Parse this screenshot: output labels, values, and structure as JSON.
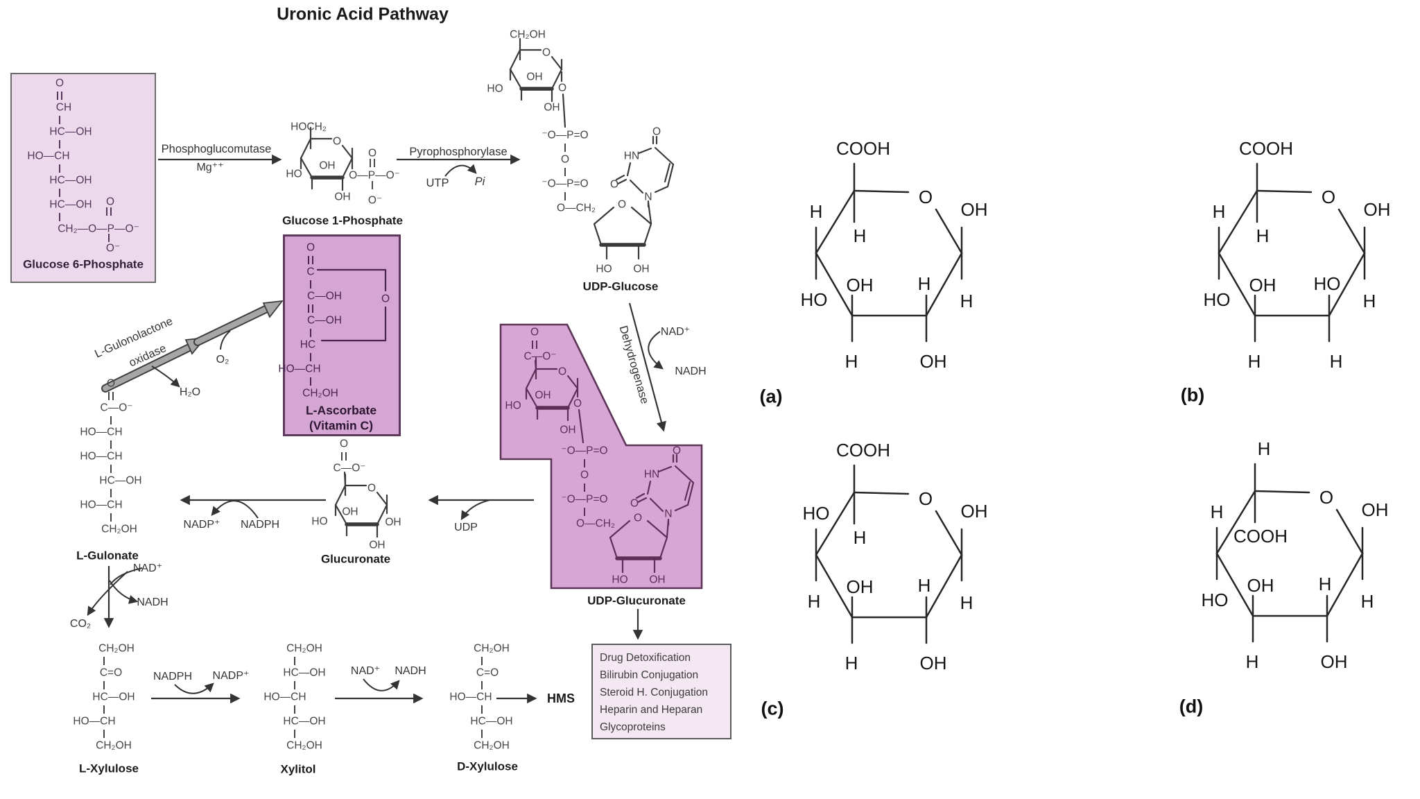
{
  "title": "Uronic Acid Pathway",
  "pathway": {
    "glucose6p": {
      "rows": [
        "O",
        "‖",
        "CH",
        "|",
        "HC—OH",
        "|",
        "HO—CH",
        "|",
        "HC—OH",
        "|",
        "HC—OH",
        "|",
        "CH₂—O—P—O⁻"
      ],
      "p_up": "O",
      "p_dn": "O⁻",
      "label": "Glucose 6-Phosphate"
    },
    "step1": {
      "enzyme": "Phosphoglucomutase",
      "cofactor": "Mg⁺⁺"
    },
    "glucose1p": {
      "chain_top": "HOCH₂",
      "ring_o": "O",
      "oh_in": "OH",
      "ho_out": "HO",
      "oh_down": "OH",
      "p_row": "O—P—O⁻",
      "p_up": "O",
      "p_dn": "O⁻",
      "label": "Glucose 1-Phosphate"
    },
    "step2": {
      "enzyme": "Pyrophosphorylase",
      "substrate": "UTP",
      "product": "Pi"
    },
    "udp_glucose": {
      "chain_top": "CH₂OH",
      "ring_o": "O",
      "oh_in": "OH",
      "ho_out": "HO",
      "oh_down": "OH",
      "link_o": "O",
      "chain": [
        "⁻O—P=O",
        "|",
        "O",
        "|",
        "⁻O—P=O",
        "|",
        "O—CH₂"
      ],
      "ribose_o": "O",
      "ribose_ho": "HO",
      "ribose_oh": "OH",
      "uracil_hn": "HN",
      "uracil_o_top": "O",
      "uracil_o_left": "O",
      "uracil_n": "N",
      "label": "UDP-Glucose"
    },
    "step3": {
      "enzyme": "Dehydrogenase",
      "substrate": "NAD⁺",
      "product": "NADH"
    },
    "udp_glucuronate": {
      "acid": [
        "O",
        "‖",
        "C—O⁻"
      ],
      "ring_o": "O",
      "oh_in": "OH",
      "ho_out": "HO",
      "oh_down": "OH",
      "link_o": "O",
      "chain": [
        "⁻O—P=O",
        "|",
        "O",
        "|",
        "⁻O—P=O",
        "|",
        "O—CH₂"
      ],
      "ribose_o": "O",
      "ribose_ho": "HO",
      "ribose_oh": "OH",
      "uracil_hn": "HN",
      "uracil_o_top": "O",
      "uracil_o_left": "O",
      "uracil_n": "N",
      "label": "UDP-Glucuronate"
    },
    "uses": [
      "Drug Detoxification",
      "Bilirubin Conjugation",
      "Steroid H. Conjugation",
      "Heparin and Heparan",
      "Glycoproteins"
    ],
    "glucuronate": {
      "acid": [
        "O",
        "‖",
        "C—O⁻"
      ],
      "ring_o": "O",
      "oh_in": "OH",
      "ho_out": "HO",
      "oh_right": "OH",
      "oh_down": "OH",
      "label": "Glucuronate"
    },
    "step_udp": {
      "product": "UDP"
    },
    "step_nadph": {
      "product": "NADP⁺",
      "substrate": "NADPH"
    },
    "oxidase": {
      "enzyme_line1": "L-Gulonolactone",
      "enzyme_line2": "oxidase",
      "o2": "O₂",
      "h2o": "H₂O"
    },
    "ascorbate": {
      "rows": [
        "O",
        "‖",
        "C",
        "|",
        "C—OH",
        "‖",
        "C—OH",
        "|",
        "HC",
        "|",
        "HO—CH",
        "|",
        "CH₂OH"
      ],
      "bridge_o": "O",
      "label_line1": "L-Ascorbate",
      "label_line2": "(Vitamin C)"
    },
    "gulonate": {
      "rows": [
        "O",
        "‖",
        "C—O⁻",
        "|",
        "HO—CH",
        "|",
        "HO—CH",
        "|",
        "HC—OH",
        "|",
        "HO—CH",
        "|",
        "CH₂OH"
      ],
      "label": "L-Gulonate"
    },
    "step5": {
      "substrate": "NAD⁺",
      "product": "NADH",
      "co2": "CO₂"
    },
    "l_xylulose": {
      "rows": [
        "CH₂OH",
        "|",
        "C=O",
        "|",
        "HC—OH",
        "|",
        "HO—CH",
        "|",
        "CH₂OH"
      ],
      "label": "L-Xylulose"
    },
    "step6": {
      "substrate": "NADPH",
      "product": "NADP⁺"
    },
    "xylitol": {
      "rows": [
        "CH₂OH",
        "|",
        "HC—OH",
        "|",
        "HO—CH",
        "|",
        "HC—OH",
        "|",
        "CH₂OH"
      ],
      "label": "Xylitol"
    },
    "step7": {
      "substrate": "NAD⁺",
      "product": "NADH"
    },
    "d_xylulose": {
      "rows": [
        "CH₂OH",
        "|",
        "C=O",
        "|",
        "HO—CH",
        "|",
        "HC—OH",
        "|",
        "CH₂OH"
      ],
      "label": "D-Xylulose"
    },
    "hms": "HMS"
  },
  "options": {
    "ring_oxygen": "O",
    "a": {
      "tag": "(a)",
      "top": "COOH",
      "inner_top": "H",
      "outer_upper_left": "H",
      "inner_left": "OH",
      "outer_lower_left": "HO",
      "outer_upper_right": "OH",
      "inner_right": "H",
      "outer_lower_right": "H",
      "bottom_left": "H",
      "bottom_right": "OH"
    },
    "b": {
      "tag": "(b)",
      "top": "COOH",
      "inner_top": "H",
      "outer_upper_left": "H",
      "inner_left": "OH",
      "outer_lower_left": "HO",
      "outer_upper_right": "OH",
      "inner_right": "HO",
      "outer_lower_right": "H",
      "bottom_left": "H",
      "bottom_right": "H"
    },
    "c": {
      "tag": "(c)",
      "top": "COOH",
      "inner_top": "H",
      "outer_upper_left": "HO",
      "inner_left": "OH",
      "outer_lower_left": "H",
      "outer_upper_right": "OH",
      "inner_right": "H",
      "outer_lower_right": "H",
      "bottom_left": "H",
      "bottom_right": "OH"
    },
    "d": {
      "tag": "(d)",
      "top": "H",
      "inner_top": "COOH",
      "outer_upper_left": "H",
      "inner_left": "OH",
      "outer_lower_left": "HO",
      "outer_upper_right": "OH",
      "inner_right": "H",
      "outer_lower_right": "H",
      "bottom_left": "H",
      "bottom_right": "OH"
    }
  }
}
